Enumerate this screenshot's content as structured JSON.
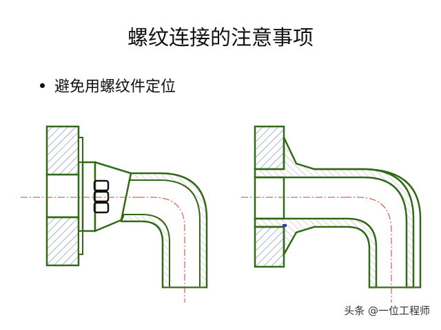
{
  "title": "螺纹连接的注意事项",
  "bullet": "避免用螺纹件定位",
  "watermark": "头条 @一位工程师",
  "colors": {
    "outline": "#2e6a12",
    "centerline": "#d63a2a",
    "hatch_left": "#2a3f9a",
    "hatch_right": "#b46bb8",
    "bolt": "#111111"
  }
}
